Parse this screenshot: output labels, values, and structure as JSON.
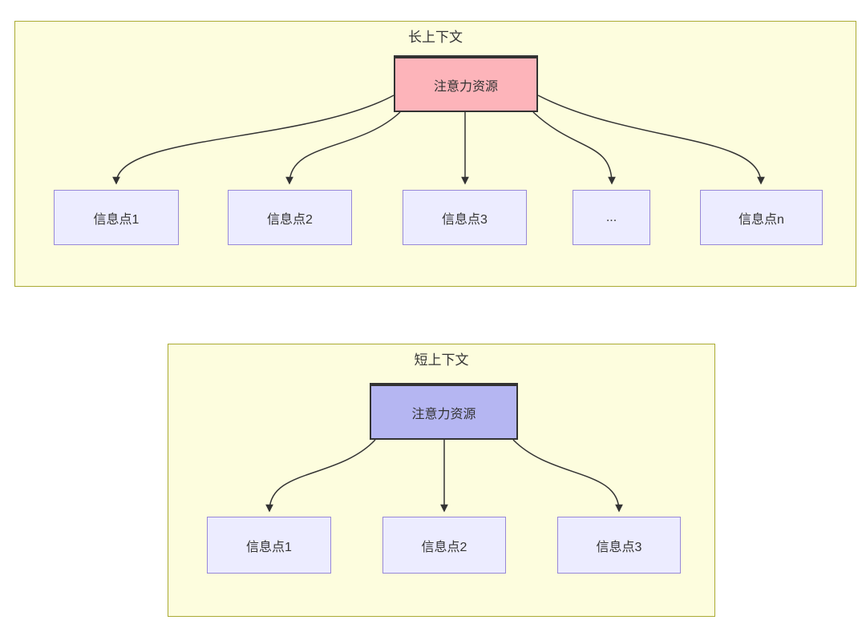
{
  "diagram": {
    "sections": [
      {
        "title": "长上下文",
        "attention_node": {
          "label": "注意力资源"
        },
        "info_nodes": [
          "信息点1",
          "信息点2",
          "信息点3",
          "...",
          "信息点n"
        ]
      },
      {
        "title": "短上下文",
        "attention_node": {
          "label": "注意力资源"
        },
        "info_nodes": [
          "信息点1",
          "信息点2",
          "信息点3"
        ]
      }
    ],
    "colors": {
      "container_fill": "#fdfdde",
      "container_border": "#aaaa33",
      "attention_long_fill": "#fdb4ba",
      "attention_short_fill": "#b5b6f2",
      "attention_border": "#333333",
      "info_fill": "#ececff",
      "info_border": "#9788d8",
      "arrow": "#333333",
      "text": "#333333"
    }
  }
}
